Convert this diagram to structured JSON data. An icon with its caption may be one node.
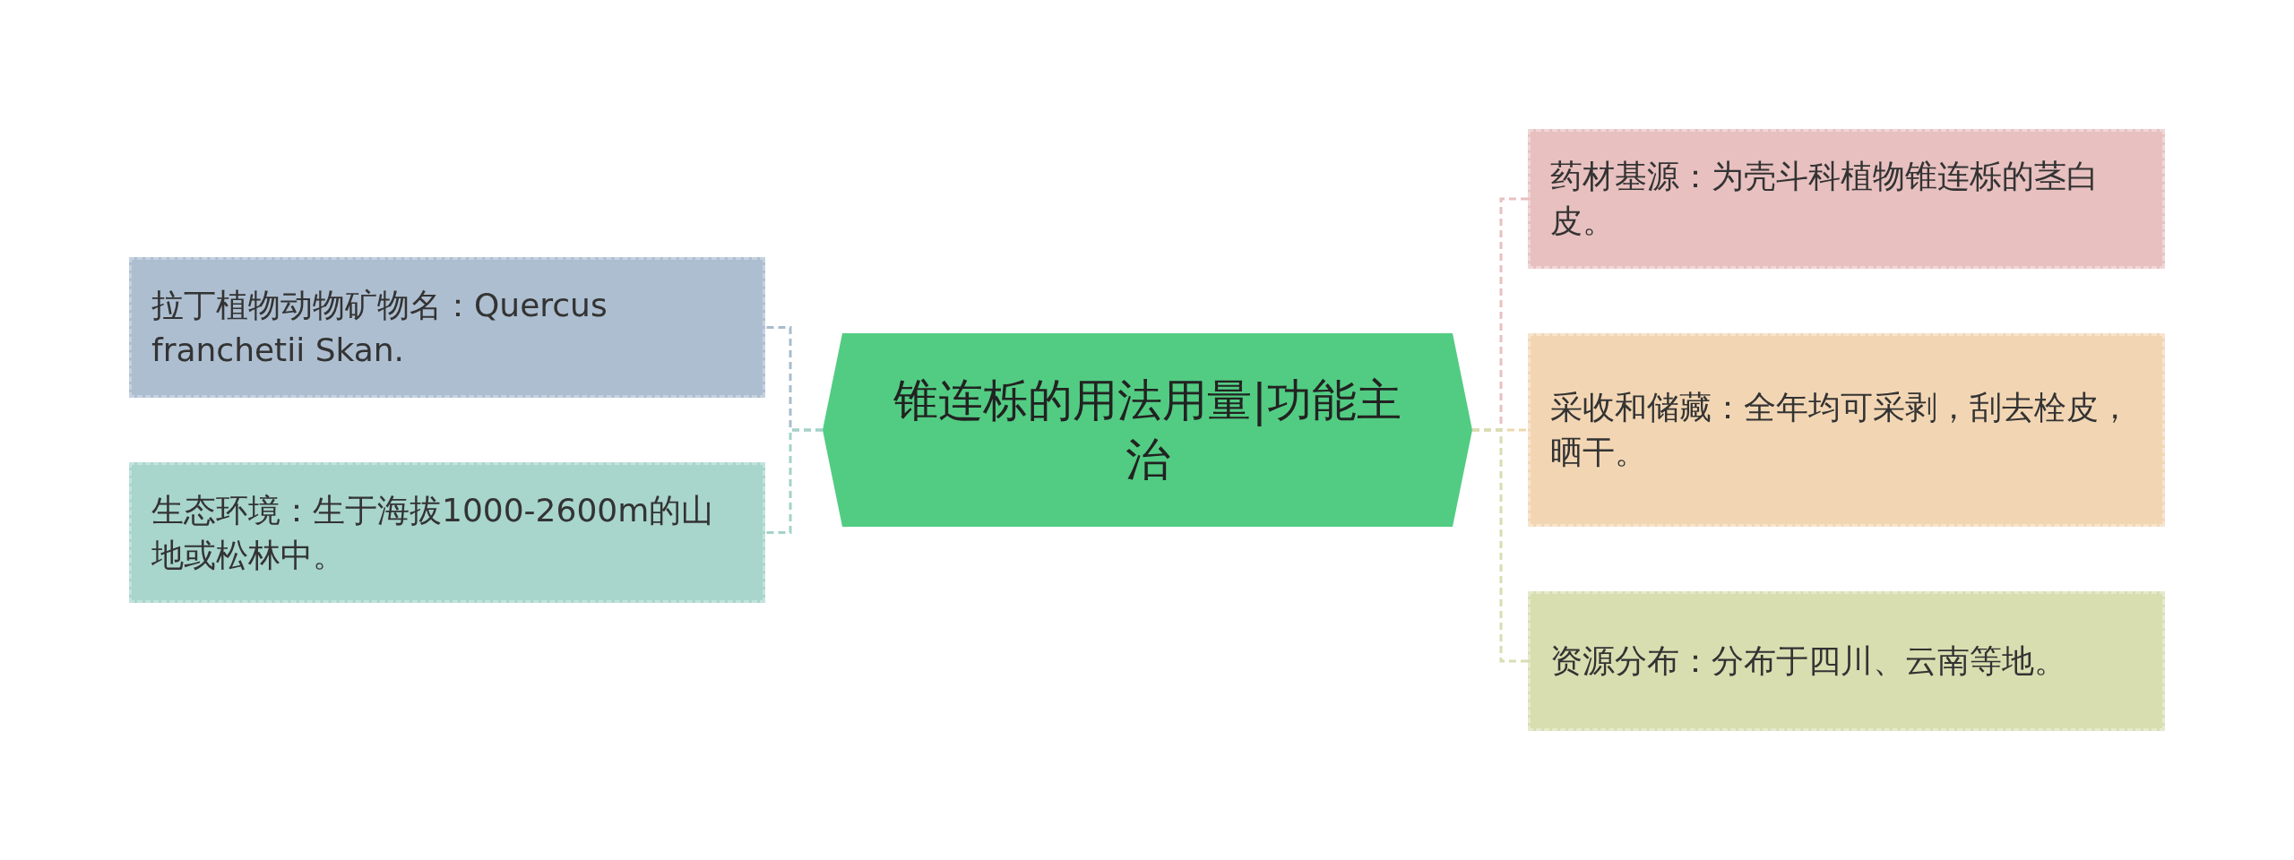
{
  "diagram": {
    "nodes": [
      {
        "text": [
          "锥连栎的用法用量|功能主治"
        ]
      },
      {
        "text": [
          "拉丁植物动物矿物名：Quercus franchetii Skan."
        ]
      },
      {
        "text": [
          "生态环境：生于海拔1000-2600m的山地或松林中。"
        ]
      },
      {
        "text": [
          "药材基源：为壳斗科植物锥连栎的茎白皮。"
        ]
      },
      {
        "text": [
          "采收和储藏：全年均可采剥，刮去栓皮，晒干。"
        ]
      },
      {
        "text": [
          "资源分布：分布于四川、云南等地。"
        ]
      }
    ],
    "edges": [
      {
        "from": 0,
        "to": 1,
        "arrow": "none",
        "color": "#a9bccd"
      },
      {
        "from": 0,
        "to": 2,
        "arrow": "none",
        "color": "#a3d3c8"
      },
      {
        "from": 0,
        "to": 3,
        "arrow": "none",
        "color": "#e8c0c0"
      },
      {
        "from": 0,
        "to": 4,
        "arrow": "none",
        "color": "#ecd8b0"
      },
      {
        "from": 0,
        "to": 5,
        "arrow": "none",
        "color": "#d8deb0"
      }
    ]
  }
}
